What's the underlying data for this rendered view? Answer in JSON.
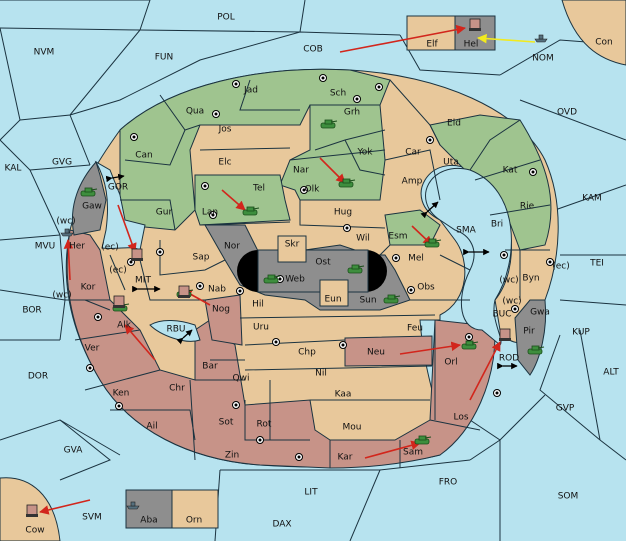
{
  "colors": {
    "sea": "#b7e3ef",
    "green": "#9fc48f",
    "tan": "#e8c89b",
    "rose": "#c79388",
    "grey": "#8e8e8e",
    "black": "#000000",
    "red_order": "#d2261c",
    "yellow_order": "#f2ea1e"
  },
  "provinces": {
    "POL": "POL",
    "NVM": "NVM",
    "FUN": "FUN",
    "COB": "COB",
    "Elf": "Elf",
    "Hel": "Hel",
    "NOM": "NOM",
    "Con": "Con",
    "OVD": "OVD",
    "KAL": "KAL",
    "GVG": "GVG",
    "GOR": "GOR",
    "Gaw": "Gaw",
    "MVU": "MVU",
    "Her": "Her",
    "Kor": "Kor",
    "MIT": "MIT",
    "BOR": "BOR",
    "Alk": "Alk",
    "RBU": "RBU",
    "Ver": "Ver",
    "DOR": "DOR",
    "Ken": "Ken",
    "Ail": "Ail",
    "GVA": "GVA",
    "Cow": "Cow",
    "SVM": "SVM",
    "Aba": "Aba",
    "Orn": "Orn",
    "DAX": "DAX",
    "LIT": "LIT",
    "FRO": "FRO",
    "SOM": "SOM",
    "GVP": "GVP",
    "ALT": "ALT",
    "KUP": "KUP",
    "TEI": "TEI",
    "KAM": "KAM",
    "Jad": "Jad",
    "Sch": "Sch",
    "Qua": "Qua",
    "Jos": "Jos",
    "Grh": "Grh",
    "Eld": "Eld",
    "Can": "Can",
    "Elc": "Elc",
    "Yok": "Yok",
    "Car": "Car",
    "Uta": "Uta",
    "Kat": "Kat",
    "Nar": "Nar",
    "Olk": "Olk",
    "Amp": "Amp",
    "Tel": "Tel",
    "Gur": "Gur",
    "Lan": "Lan",
    "Hug": "Hug",
    "Rie": "Rie",
    "Bri": "Bri",
    "Esm": "Esm",
    "SMA": "SMA",
    "Wil": "Wil",
    "Nor": "Nor",
    "Skr": "Skr",
    "Ost": "Ost",
    "Mel": "Mel",
    "Sap": "Sap",
    "Web": "Web",
    "Byn": "Byn",
    "Nab": "Nab",
    "Eun": "Eun",
    "Obs": "Obs",
    "Sun": "Sun",
    "Hil": "Hil",
    "Nog": "Nog",
    "Gwa": "Gwa",
    "Uru": "Uru",
    "Feu": "Feu",
    "BUC": "BUC",
    "Pir": "Pir",
    "Chp": "Chp",
    "Neu": "Neu",
    "Bar": "Bar",
    "Qwi": "Qwi",
    "ROD": "ROD",
    "Orl": "Orl",
    "Nil": "Nil",
    "Kaa": "Kaa",
    "Sot": "Sot",
    "Rot": "Rot",
    "Los": "Los",
    "Mou": "Mou",
    "Zin": "Zin",
    "Kar": "Kar",
    "Sam": "Sam",
    "Chr": "Chr"
  },
  "coast_labels": [
    "(wc)",
    "(ec)",
    "(ec)",
    "(wc)",
    "(wc)",
    "(ec)",
    "(wc)"
  ]
}
